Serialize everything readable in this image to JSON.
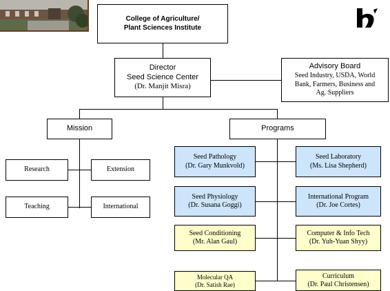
{
  "header": {
    "line1": "College of Agriculture/",
    "line2": "Plant Sciences Institute"
  },
  "director": {
    "line1": "Director",
    "line2": "Seed Science Center",
    "line3": "(Dr. Manjit Misra)"
  },
  "advisory": {
    "line1": "Advisory Board",
    "line2": "Seed Industry, USDA, World",
    "line3": "Bank, Farmers, Business and",
    "line4": "Ag. Suppliers"
  },
  "mission": {
    "label": "Mission",
    "items": [
      "Research",
      "Extension",
      "Teaching",
      "International"
    ]
  },
  "programs": {
    "label": "Programs",
    "items": [
      {
        "name": "Seed Pathology",
        "person": "(Dr. Gary Munkvold)"
      },
      {
        "name": "Seed Laboratory",
        "person": "(Ms. Lisa Shepherd)"
      },
      {
        "name": "Seed Physiology",
        "person": "(Dr. Susana Goggi)"
      },
      {
        "name": "International Program",
        "person": "(Dr. Joe Cortes)"
      },
      {
        "name": "Seed Conditioning",
        "person": "(Mr. Alan Gaul)"
      },
      {
        "name": "Computer & Info Tech",
        "person": "(Dr. Yuh-Yuan Shyy)"
      },
      {
        "name": "Molecular QA",
        "person": "(Dr. Satish Rae)"
      },
      {
        "name": "Curriculum",
        "person": "(Dr. Paul Christensen)"
      }
    ]
  },
  "colors": {
    "blue_box": "#cce5fa",
    "yellow_box": "#ffffcc",
    "photo_frame": "#6b3a1e"
  },
  "icons": {
    "photo": "campus-photo",
    "logo": "university-logo-icon"
  }
}
